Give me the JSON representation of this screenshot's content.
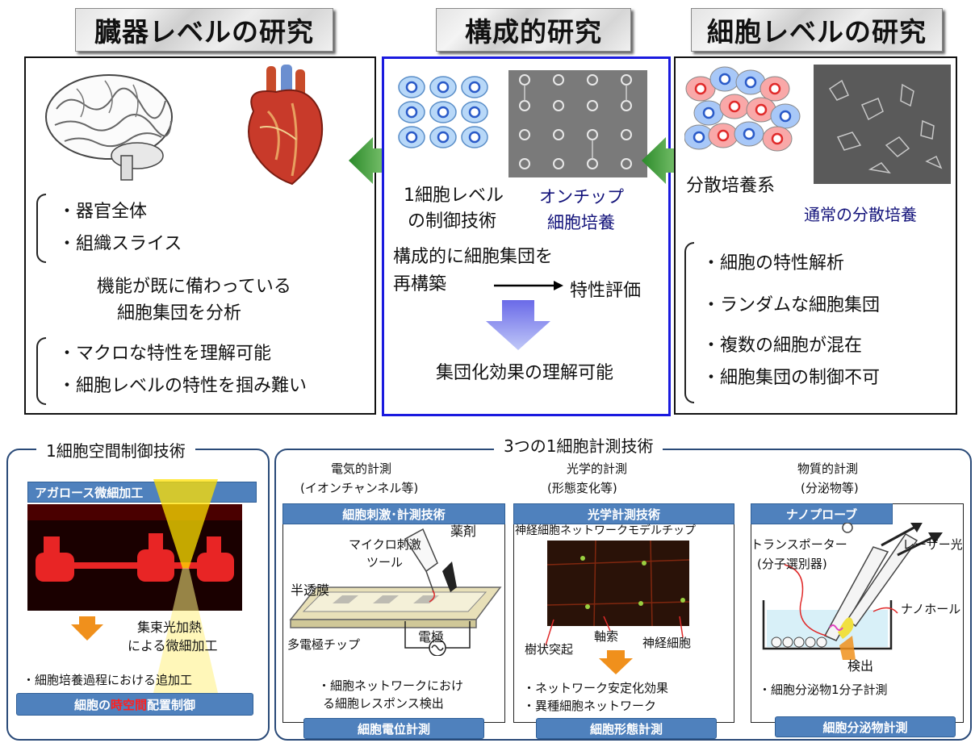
{
  "titles": {
    "organ": "臓器レベルの研究",
    "constructive": "構成的研究",
    "cell": "細胞レベルの研究"
  },
  "left_panel": {
    "items1": [
      "・器官全体",
      "・組織スライス"
    ],
    "center_line1": "機能が既に備わっている",
    "center_line2": "細胞集団を分析",
    "items2": [
      "・マクロな特性を理解可能",
      "・細胞レベルの特性を掴み難い"
    ]
  },
  "center_panel": {
    "label_a1": "1細胞レベル",
    "label_a2": "の制御技術",
    "label_b1": "オンチップ",
    "label_b2": "細胞培養",
    "line1": "構成的に細胞集団を",
    "line2": "再構築",
    "line2_right": "特性評価",
    "result": "集団化効果の理解可能"
  },
  "right_panel": {
    "label_a": "分散培養系",
    "label_b": "通常の分散培養",
    "items": [
      "・細胞の特性解析",
      "・ランダムな細胞集団",
      "・複数の細胞が混在",
      "・細胞集団の制御不可"
    ]
  },
  "bottom_left": {
    "title": "1細胞空間制御技術",
    "head": "アガロース微細加工",
    "label1": "集束光加熱",
    "label2": "による微細加工",
    "note": "・細胞培養過程における追加工",
    "foot_pre": "細胞の",
    "foot_red": "時空間",
    "foot_post": "配置制御"
  },
  "bottom_right": {
    "title": "3つの1細胞計測技術",
    "col1": {
      "h1": "電気的計測",
      "h2": "(イオンチャンネル等)",
      "head": "細胞刺激･計測技術",
      "drug": "薬剤",
      "tool1": "マイクロ刺激",
      "tool2": "ツール",
      "membrane": "半透膜",
      "chip": "多電極チップ",
      "electrode": "電極",
      "note1": "・細胞ネットワークにおけ",
      "note2": "る細胞レスポンス検出",
      "foot": "細胞電位計測"
    },
    "col2": {
      "h1": "光学的計測",
      "h2": "(形態変化等)",
      "head": "光学計測技術",
      "chip": "神経細胞ネットワークモデルチップ",
      "dend": "樹状突起",
      "axon": "軸索",
      "neuron": "神経細胞",
      "note1": "・ネットワーク安定化効果",
      "note2": "・異種細胞ネットワーク",
      "foot": "細胞形態計測"
    },
    "col3": {
      "h1": "物質的計測",
      "h2": "(分泌物等)",
      "head": "ナノプローブ",
      "transporter1": "トランスポーター",
      "transporter2": "(分子選別器)",
      "laser": "レーザー光",
      "nanohole": "ナノホール",
      "detect": "検出",
      "note": "・細胞分泌物1分子計測",
      "foot": "細胞分泌物計測"
    }
  },
  "colors": {
    "panel_blue": "#1a1adf",
    "green_arrow": "#3d9b35",
    "purple_arrow": "#8080f0",
    "orange_arrow": "#f0901c",
    "bar_blue": "#4f81bd",
    "red_text": "#ff2020"
  }
}
